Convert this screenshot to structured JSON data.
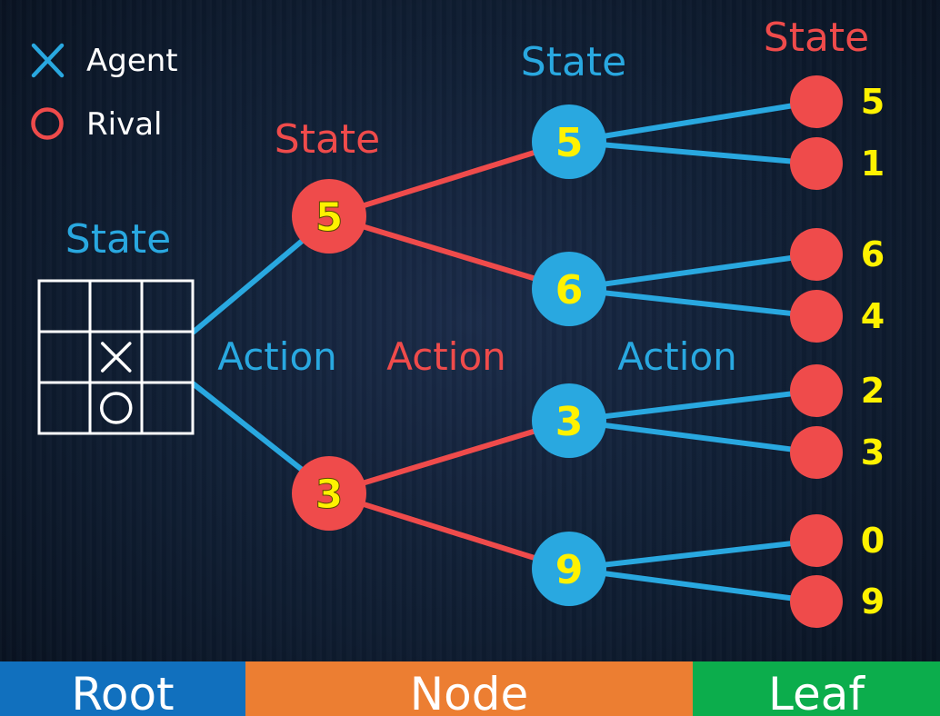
{
  "colors": {
    "agent": "#29a8e0",
    "rival": "#ef4b4b",
    "value": "#fff200",
    "root_bar": "#1170be",
    "node_bar": "#ec7e32",
    "leaf_bar": "#0cad4c"
  },
  "legend": {
    "agent_label": "Agent",
    "rival_label": "Rival"
  },
  "state_labels": {
    "root": "State",
    "level1": "State",
    "level2": "State",
    "level3": "State"
  },
  "action_labels": {
    "level1": "Action",
    "level2": "Action",
    "level3": "Action"
  },
  "board": {
    "cells": [
      "",
      "",
      "",
      "",
      "X",
      "",
      "",
      "O",
      ""
    ]
  },
  "tree": {
    "level1": [
      {
        "value": "5"
      },
      {
        "value": "3"
      }
    ],
    "level2": [
      {
        "value": "5"
      },
      {
        "value": "6"
      },
      {
        "value": "3"
      },
      {
        "value": "9"
      }
    ],
    "leaves": [
      {
        "value": "5"
      },
      {
        "value": "1"
      },
      {
        "value": "6"
      },
      {
        "value": "4"
      },
      {
        "value": "2"
      },
      {
        "value": "3"
      },
      {
        "value": "0"
      },
      {
        "value": "9"
      }
    ]
  },
  "bottom_bar": {
    "root": "Root",
    "node": "Node",
    "leaf": "Leaf"
  }
}
